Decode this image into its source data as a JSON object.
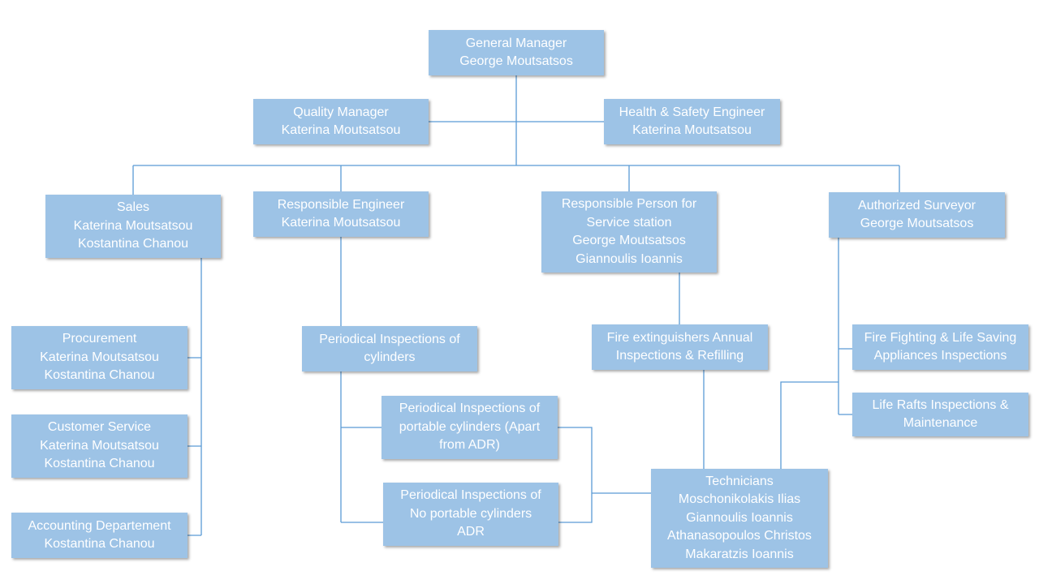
{
  "colors": {
    "box": "#9dc3e6",
    "text": "#ffffff",
    "connector": "#5b9bd5"
  },
  "boxes": {
    "general_manager": [
      "General Manager",
      "George Moutsatsos"
    ],
    "quality_manager": [
      "Quality Manager",
      "Katerina Moutsatsou"
    ],
    "health_safety": [
      "Health & Safety Engineer",
      "Katerina Moutsatsou"
    ],
    "sales": [
      "Sales",
      "Katerina Moutsatsou",
      "Kostantina Chanou"
    ],
    "responsible_engineer": [
      "Responsible Engineer",
      "Katerina Moutsatsou"
    ],
    "responsible_person": [
      "Responsible Person for",
      "Service station",
      "George Moutsatsos",
      "Giannoulis Ioannis"
    ],
    "authorized_surveyor": [
      "Authorized Surveyor",
      "George Moutsatsos"
    ],
    "procurement": [
      "Procurement",
      "Katerina Moutsatsou",
      "Kostantina Chanou"
    ],
    "customer_service": [
      "Customer Service",
      "Katerina Moutsatsou",
      "Kostantina Chanou"
    ],
    "accounting": [
      "Accounting Departement",
      "Kostantina Chanou"
    ],
    "periodical_cylinders": [
      "Periodical Inspections of",
      "cylinders"
    ],
    "portable_cylinders": [
      "Periodical Inspections of",
      "portable cylinders (Apart",
      "from ADR)"
    ],
    "no_portable_cylinders": [
      "Periodical Inspections of",
      "No portable cylinders",
      "ADR"
    ],
    "fire_extinguishers": [
      "Fire extinguishers Annual",
      "Inspections & Refilling"
    ],
    "fire_fighting": [
      "Fire Fighting & Life Saving",
      "Appliances Inspections"
    ],
    "life_rafts": [
      "Life Rafts Inspections &",
      "Maintenance"
    ],
    "technicians": [
      "Technicians",
      "Moschonikolakis Ilias",
      "Giannoulis Ioannis",
      "Athanasopoulos Christos",
      "Makaratzis Ioannis"
    ]
  }
}
